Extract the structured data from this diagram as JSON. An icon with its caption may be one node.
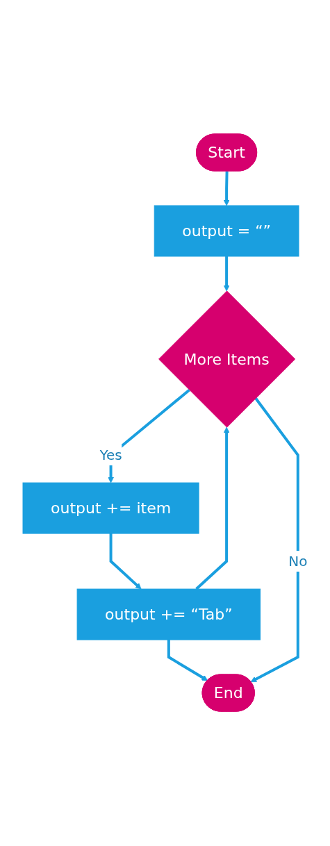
{
  "diagram": {
    "nodes": [
      {
        "text": [
          "Start"
        ]
      },
      {
        "text": [
          "output = “”"
        ]
      },
      {
        "text": [
          "More Items"
        ]
      },
      {
        "text": [
          "output += item"
        ]
      },
      {
        "text": [
          "output += “Tab”"
        ]
      },
      {
        "text": [
          "End"
        ]
      }
    ],
    "edges": [
      {
        "from": 0,
        "to": 1,
        "arrow": "to"
      },
      {
        "from": 1,
        "to": 2,
        "arrow": "to"
      },
      {
        "from": 2,
        "to": 3,
        "arrow": "to",
        "label": "Yes"
      },
      {
        "from": 3,
        "to": 4,
        "arrow": "to"
      },
      {
        "from": 4,
        "to": 2,
        "arrow": "to"
      },
      {
        "from": 4,
        "to": 5,
        "arrow": "to"
      },
      {
        "from": 2,
        "to": 5,
        "arrow": "to",
        "label": "No"
      }
    ]
  }
}
